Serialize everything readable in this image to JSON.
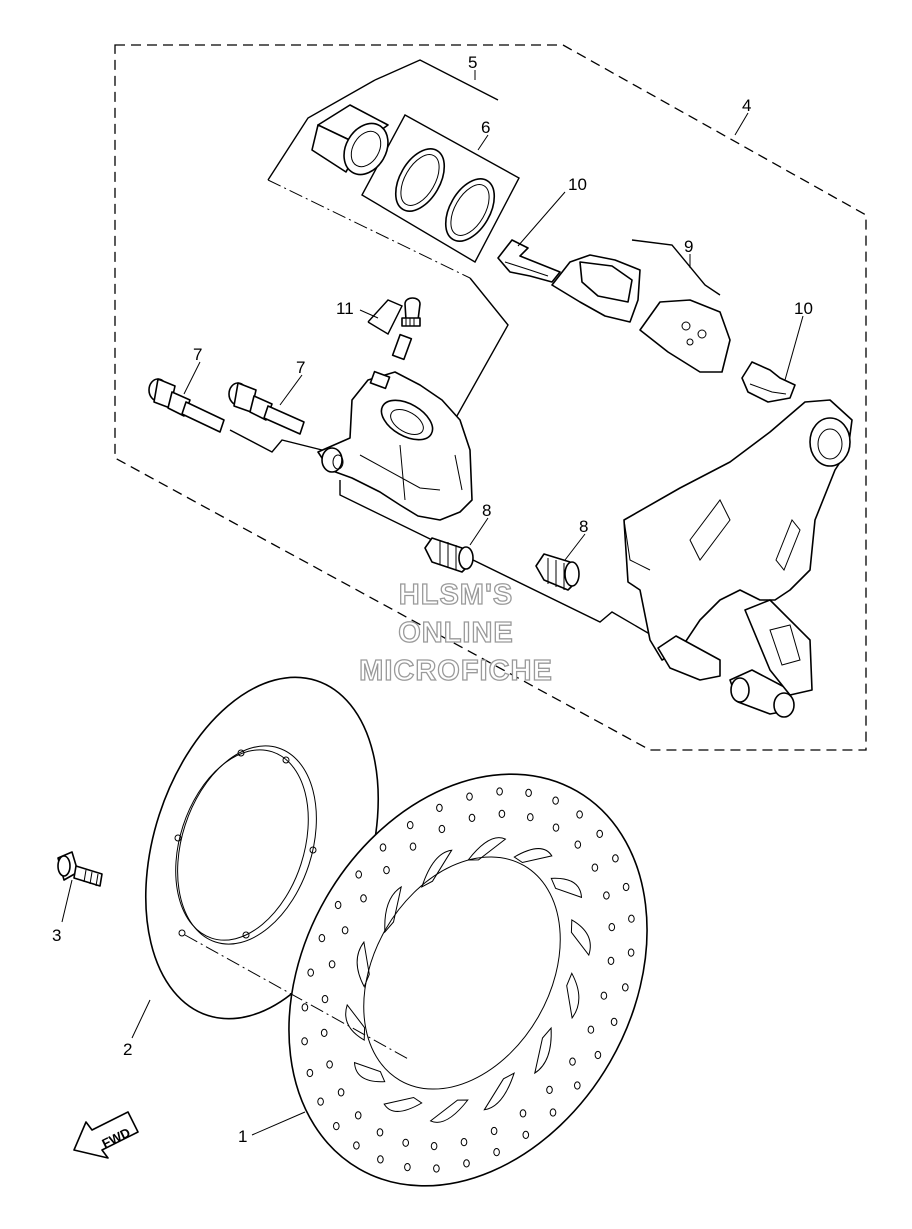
{
  "callouts": {
    "c1": "1",
    "c2": "2",
    "c3": "3",
    "c4": "4",
    "c5": "5",
    "c6": "6",
    "c7a": "7",
    "c7b": "7",
    "c8a": "8",
    "c8b": "8",
    "c9": "9",
    "c10a": "10",
    "c10b": "10",
    "c11": "11"
  },
  "watermark": {
    "line1": "HLSM'S",
    "line2": "ONLINE",
    "line3": "MICROFICHE"
  },
  "direction_label": "FWD"
}
